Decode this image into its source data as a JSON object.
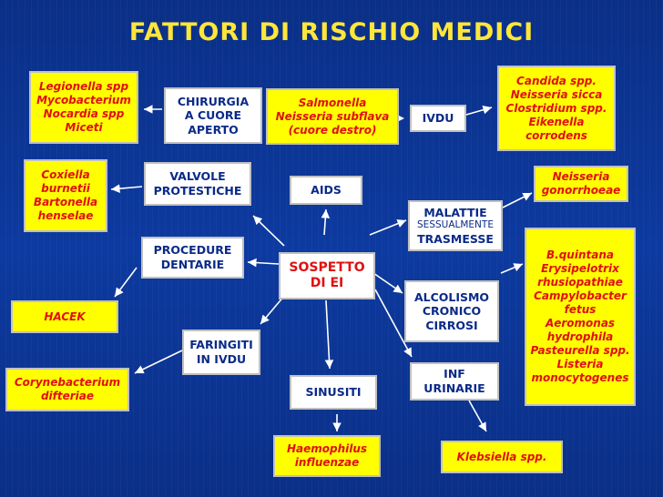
{
  "title": "FATTORI DI RISCHIO MEDICI",
  "center": [
    "SOSPETTO",
    "DI EI"
  ],
  "factors": {
    "chirurgia": [
      "CHIRURGIA",
      "A CUORE",
      "APERTO"
    ],
    "valvole": [
      "VALVOLE",
      "PROTESTICHE"
    ],
    "procedure": [
      "PROCEDURE",
      "DENTARIE"
    ],
    "faringiti": [
      "FARINGITI",
      "IN IVDU"
    ],
    "sinusiti": [
      "SINUSITI"
    ],
    "aids": [
      "AIDS"
    ],
    "ivdu": [
      "IVDU"
    ],
    "mst": [
      "MALATTIE",
      "SESSUALMENTE",
      "TRASMESSE"
    ],
    "alcolismo": [
      "ALCOLISMO",
      "CRONICO",
      "CIRROSI"
    ],
    "inf": [
      "INF",
      "URINARIE"
    ]
  },
  "pathogens": {
    "legionella": [
      "Legionella spp",
      "Mycobacterium",
      "Nocardia spp",
      "Miceti"
    ],
    "coxiella": [
      "Coxiella",
      "burnetii",
      "Bartonella",
      "henselae"
    ],
    "hacek": [
      "HACEK"
    ],
    "coryne": [
      "Corynebacterium",
      "difteriae"
    ],
    "salmonella": [
      "Salmonella",
      "Neisseria subflava",
      "(cuore destro)"
    ],
    "candida": [
      "Candida spp.",
      "Neisseria sicca",
      "Clostridium spp.",
      "Eikenella",
      "corrodens"
    ],
    "neisseria_g": [
      "Neisseria",
      "gonorrhoeae"
    ],
    "bquintana": [
      "B.quintana",
      "Erysipelotrix",
      "rhusiopathiae",
      "Campylobacter",
      "fetus",
      "Aeromonas",
      "hydrophila",
      "Pasteurella spp.",
      "Listeria",
      "monocytogenes"
    ],
    "haemophilus": [
      "Haemophilus",
      "influenzae"
    ],
    "klebsiella": [
      "Klebsiella spp."
    ]
  },
  "colors": {
    "background": "#0a2f86",
    "title": "#ffe63a",
    "pathogen_box": "#ffff00",
    "pathogen_text": "#e01010",
    "factor_text": "#0a2a88"
  }
}
